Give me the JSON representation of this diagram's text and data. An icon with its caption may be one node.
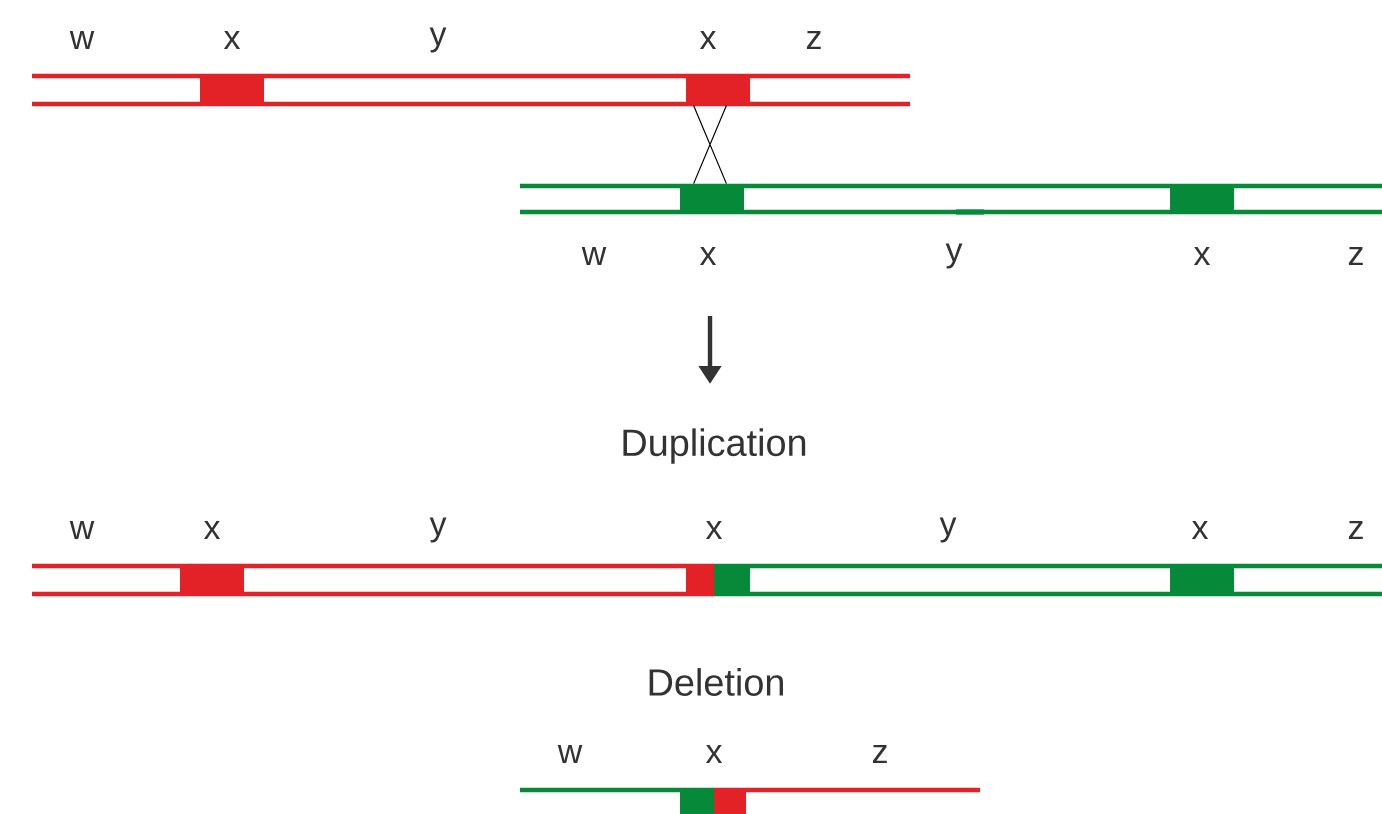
{
  "diagram": {
    "nodes": [
      {
        "text": [],
        "shape": "bar"
      },
      {
        "text": [],
        "shape": "bar"
      }
    ],
    "edges": [
      {
        "from": 0,
        "to": 1,
        "arrow": "none"
      }
    ],
    "labels": [
      "w",
      "x",
      "y",
      "x",
      "z",
      "w",
      "x",
      "y",
      "x",
      "z",
      "Duplication",
      "w",
      "x",
      "y",
      "x",
      "y",
      "x",
      "z",
      "Deletion",
      "w",
      "x",
      "z"
    ]
  }
}
